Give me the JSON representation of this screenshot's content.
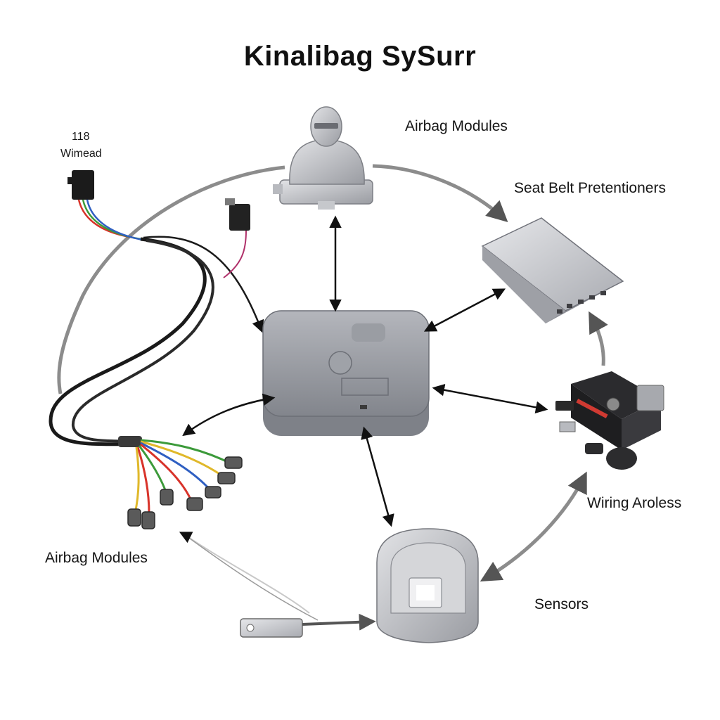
{
  "title": "Kinalibag SySurr",
  "labels": {
    "top_right": "Airbag Modules",
    "right_upper": "Seat Belt Pretentioners",
    "right_lower": "Wiring Aroless",
    "bottom_right": "Sensors",
    "bottom_left": "Airbag Modules",
    "harness_number": "118",
    "harness_name": "Wimead"
  },
  "components": [
    {
      "name": "occupant-sensor-figure"
    },
    {
      "name": "control-module"
    },
    {
      "name": "pretensioner-box"
    },
    {
      "name": "sensor-actuator"
    },
    {
      "name": "sensor-cup"
    },
    {
      "name": "wiring-harness"
    }
  ],
  "colors": {
    "component_gray": "#9ea0a6",
    "arrow": "#111111",
    "ring": "#8c8c8c",
    "wire_red": "#d8332a",
    "wire_green": "#3c9a3a",
    "wire_blue": "#2f5fc2",
    "wire_yellow": "#e0b82a"
  }
}
